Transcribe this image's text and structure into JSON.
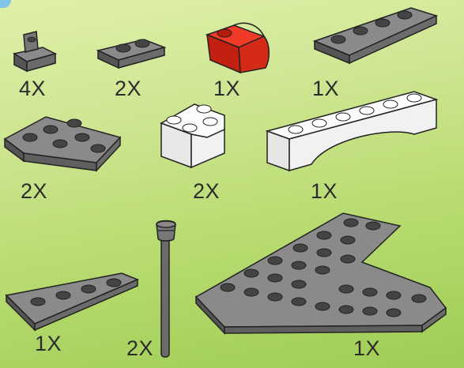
{
  "parts": [
    {
      "id": "slope-bracket",
      "count": "4X",
      "color": "#6b6b6b"
    },
    {
      "id": "plate-1x2",
      "count": "2X",
      "color": "#6b6b6b"
    },
    {
      "id": "red-curved-brick",
      "count": "1X",
      "color": "#e0301e"
    },
    {
      "id": "wedge-plate-long",
      "count": "1X",
      "color": "#6b6b6b"
    },
    {
      "id": "wedge-plate-3x3",
      "count": "2X",
      "color": "#6b6b6b"
    },
    {
      "id": "white-corner-brick",
      "count": "2X",
      "color": "#f4f4f4"
    },
    {
      "id": "white-arch",
      "count": "1X",
      "color": "#f4f4f4"
    },
    {
      "id": "wing-plate",
      "count": "1X",
      "color": "#6b6b6b"
    },
    {
      "id": "antenna",
      "count": "2X",
      "color": "#6b6b6b"
    },
    {
      "id": "large-wedge-plate",
      "count": "1X",
      "color": "#6b6b6b"
    }
  ]
}
